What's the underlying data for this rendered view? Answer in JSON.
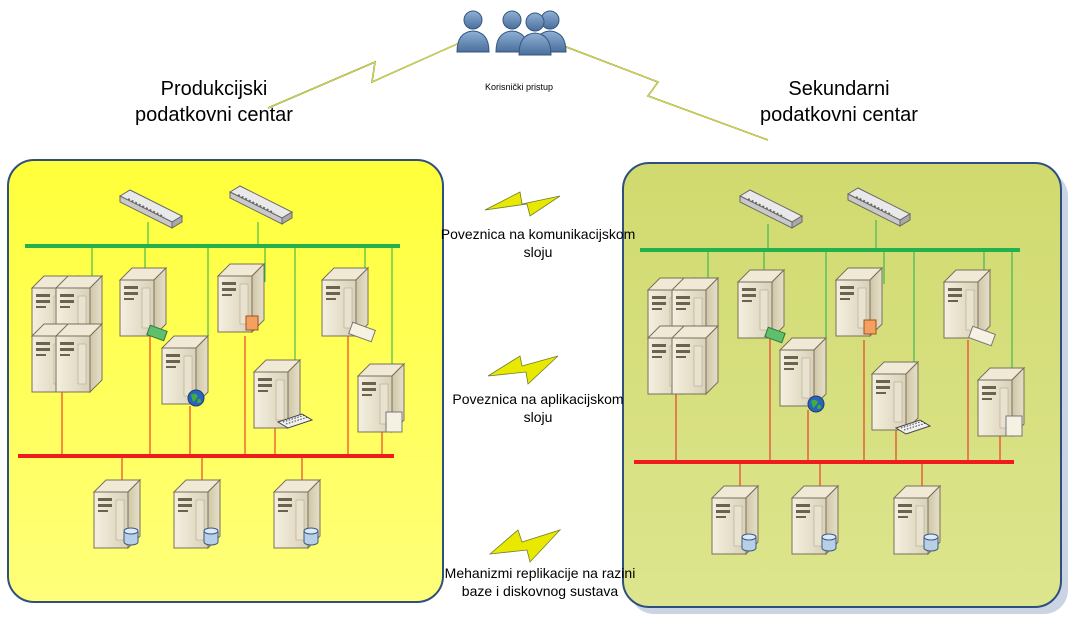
{
  "users": {
    "label": "Korisnički pristup"
  },
  "datacenters": {
    "primary": {
      "title": "Produkcijski podatkovni centar"
    },
    "secondary": {
      "title": "Sekundarni podatkovni centar"
    }
  },
  "links": {
    "communication": "Poveznica na komunikacijskom sloju",
    "application": "Poveznica na aplikacijskom sloju",
    "replication": "Mehanizmi replikacije na razini baze  i diskovnog sustava"
  },
  "colors": {
    "primary_fill": "#ffff4a",
    "secondary_fill": "#d5de7c",
    "box_border": "#2f4f7f",
    "network_green": "#22b14c",
    "network_red": "#ee1c1c",
    "lightning": "#e8e800"
  }
}
